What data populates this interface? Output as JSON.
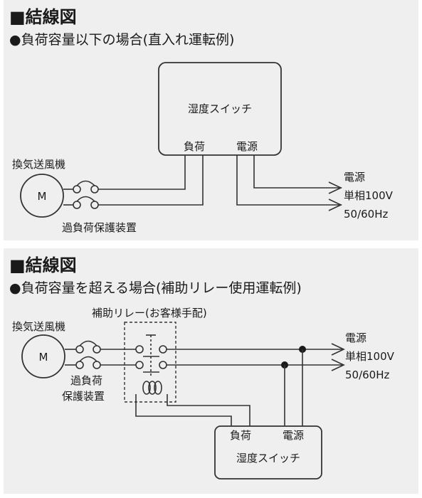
{
  "diagram1": {
    "heading": "■結線図",
    "subtitle": "●負荷容量以下の場合(直入れ運転例)",
    "switch_label": "湿度スイッチ",
    "terminal_load": "負荷",
    "terminal_power": "電源",
    "fan_label": "換気送風機",
    "motor_symbol": "M",
    "protector_label": "過負荷保護装置",
    "power_line1": "電源",
    "power_line2": "単相100V",
    "power_line3": "50/60Hz"
  },
  "diagram2": {
    "heading": "■結線図",
    "subtitle": "●負荷容量を超える場合(補助リレー使用運転例)",
    "relay_label": "補助リレー(お客様手配)",
    "fan_label": "換気送風機",
    "motor_symbol": "M",
    "protector_label_line1": "過負荷",
    "protector_label_line2": "保護装置",
    "power_line1": "電源",
    "power_line2": "単相100V",
    "power_line3": "50/60Hz",
    "terminal_load": "負荷",
    "terminal_power": "電源",
    "switch_label": "湿度スイッチ"
  }
}
